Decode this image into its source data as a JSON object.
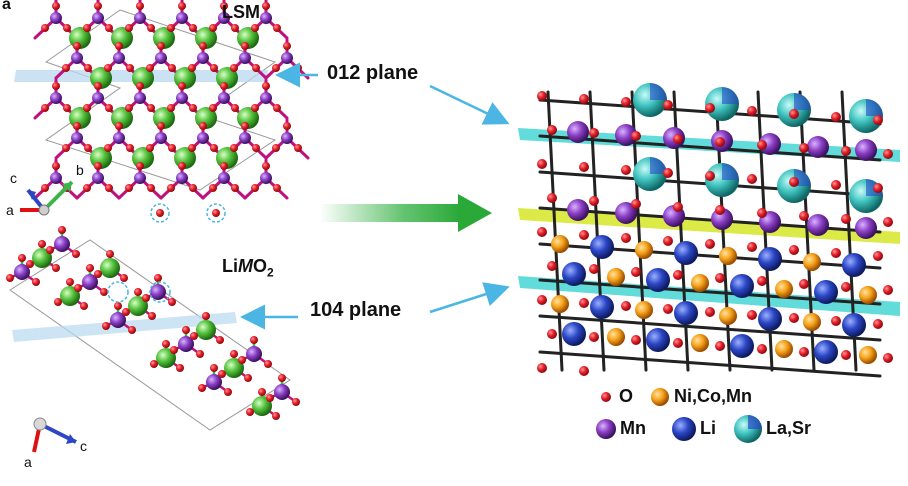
{
  "figure_label": "a",
  "top_structure": {
    "title": "LSM"
  },
  "bottom_structure": {
    "title_prefix": "Li",
    "title_italic": "M",
    "title_main": "O",
    "title_sub": "2"
  },
  "callouts": {
    "upper_plane": "012 plane",
    "lower_plane": "104 plane"
  },
  "axes_top": {
    "a": "a",
    "b": "b",
    "c": "c"
  },
  "axes_bottom": {
    "a": "a",
    "c": "c"
  },
  "legend": {
    "items": [
      {
        "label": "O",
        "color": "#e8202a"
      },
      {
        "label": "Ni,Co,Mn",
        "color": "#f5a21b"
      },
      {
        "label": "Mn",
        "color": "#8a3ec4"
      },
      {
        "label": "Li",
        "color": "#2c47c6"
      },
      {
        "label": "La,Sr",
        "color": "#3fc3bf"
      }
    ]
  },
  "colors": {
    "oxygen": "#e8202a",
    "manganese": "#8a3ec4",
    "lanthanum": "#54c23c",
    "lithium_bottom": "#7fd45a",
    "tm_bottom": "#b58ad6",
    "plane_cyan": "#45d6d3",
    "plane_yellow": "#d6e628",
    "arrow_blue": "#4bb6e3",
    "arrow_green": "#3cb44b"
  }
}
